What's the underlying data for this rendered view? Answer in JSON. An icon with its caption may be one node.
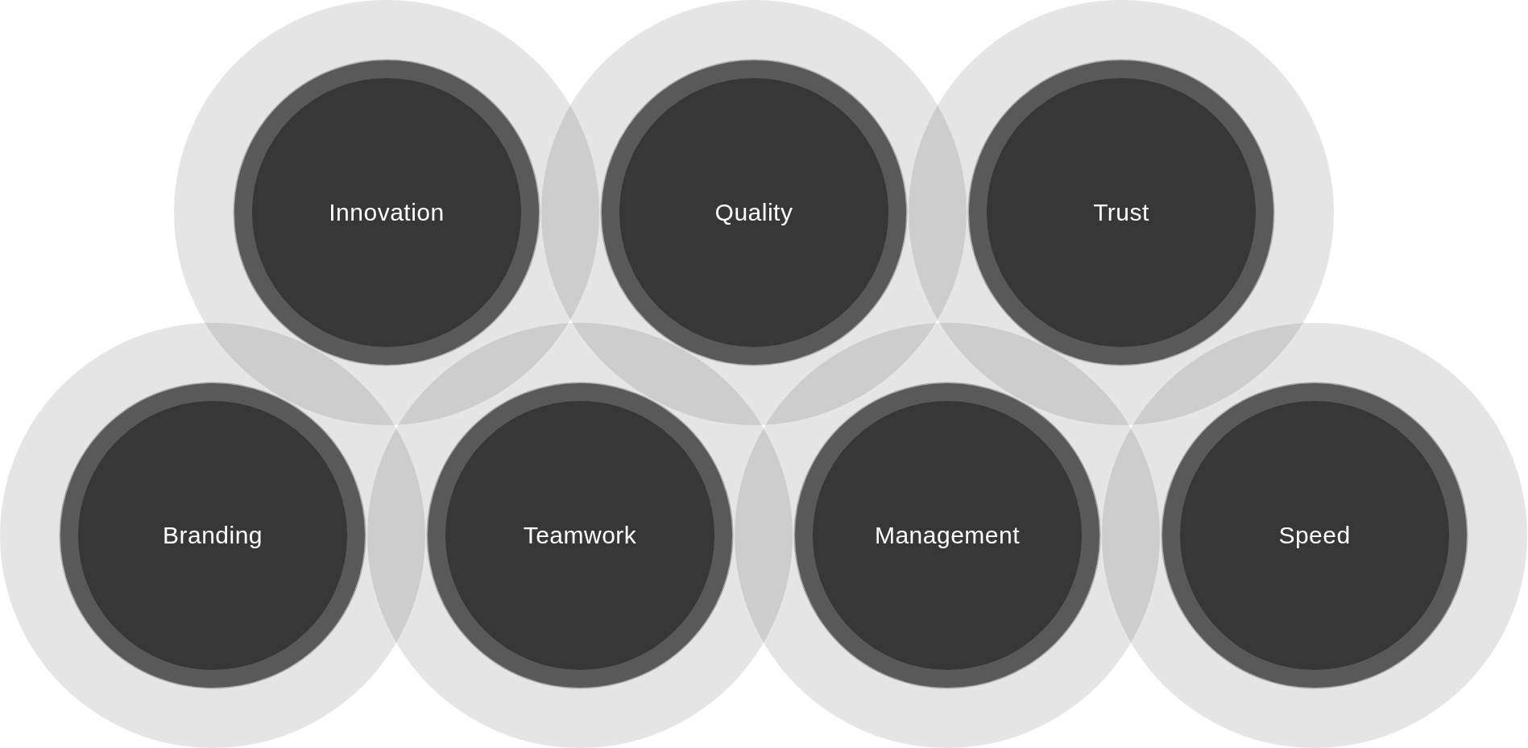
{
  "diagram": {
    "nodes": [
      {
        "text": [
          "Innovation"
        ]
      },
      {
        "text": [
          "Quality"
        ]
      },
      {
        "text": [
          "Trust"
        ]
      },
      {
        "text": [
          "Branding"
        ]
      },
      {
        "text": [
          "Teamwork"
        ]
      },
      {
        "text": [
          "Management"
        ]
      },
      {
        "text": [
          "Speed"
        ]
      }
    ]
  }
}
